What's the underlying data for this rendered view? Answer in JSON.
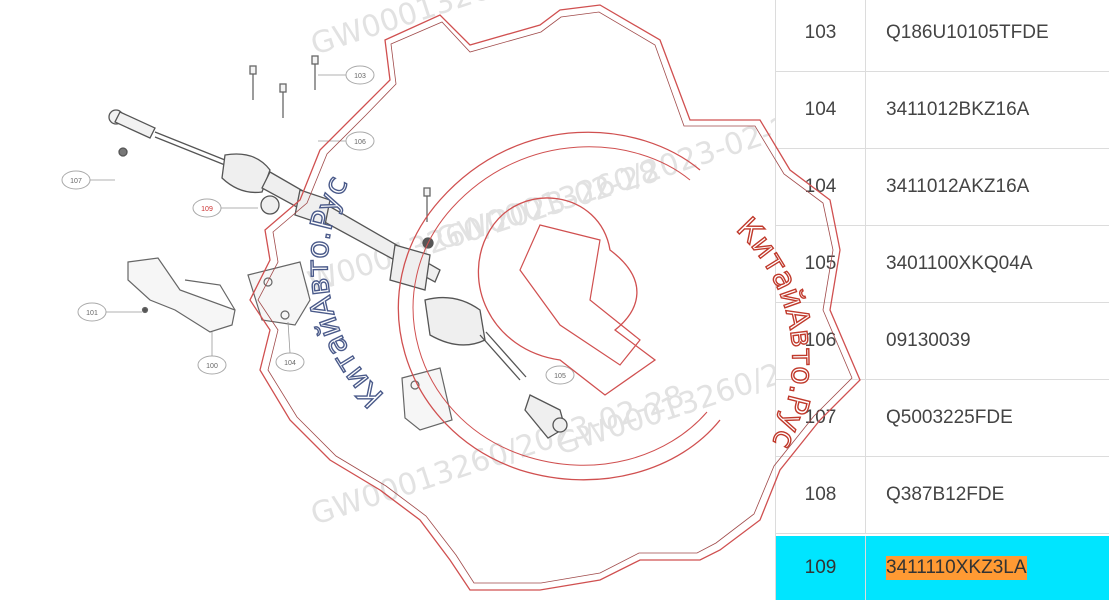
{
  "diagram": {
    "watermark_codes": [
      "GW00013260/2023-02-28",
      "GW00013260/2023-02-28",
      "GW00013260/2023-02-28",
      "GW00013260/2023-02-28",
      "GW00013260/2023-02-28"
    ],
    "callouts": [
      "103",
      "106",
      "107",
      "109",
      "101",
      "100",
      "104",
      "105"
    ]
  },
  "parts_table": {
    "rows": [
      {
        "num": "103",
        "code": "Q186U10105TFDE",
        "selected": false
      },
      {
        "num": "104",
        "code": "3411012BKZ16A",
        "selected": false
      },
      {
        "num": "104",
        "code": "3411012AKZ16A",
        "selected": false
      },
      {
        "num": "105",
        "code": "3401100XKQ04A",
        "selected": false
      },
      {
        "num": "106",
        "code": "09130039",
        "selected": false
      },
      {
        "num": "107",
        "code": "Q5003225FDE",
        "selected": false
      },
      {
        "num": "108",
        "code": "Q387B12FDE",
        "selected": false
      },
      {
        "num": "109",
        "code": "3411110XKZ3LA",
        "selected": true
      }
    ]
  },
  "watermark": {
    "brand_top": "КитайАвто.Рус",
    "brand_side": "КитайАвто.Рус"
  },
  "colors": {
    "selected_row_bg": "#00e5ff",
    "highlight_text_bg": "#ff9a33",
    "watermark_red": "#c0392b",
    "watermark_blue": "#4a5a8a"
  }
}
